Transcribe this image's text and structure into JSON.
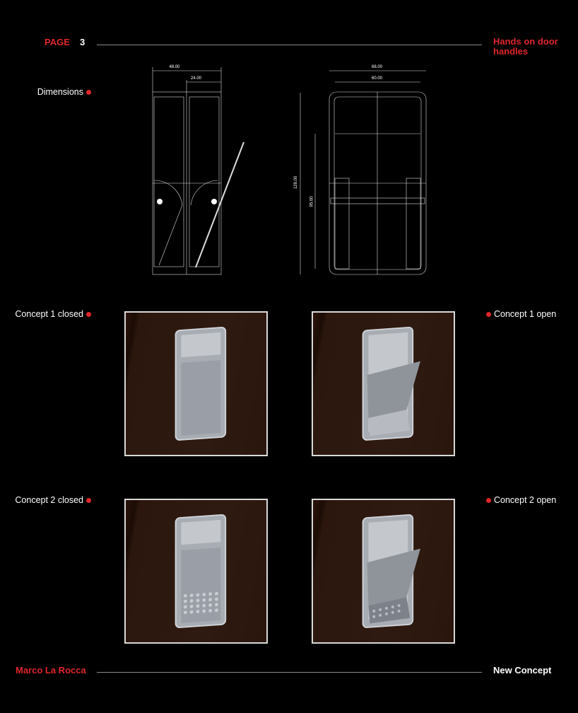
{
  "header": {
    "page_label": "PAGE",
    "page_number": "3",
    "title_line1": "Hands on door",
    "title_line2": "handles"
  },
  "sections": {
    "dimensions": "Dimensions",
    "c1_closed": "Concept 1 closed",
    "c1_open": "Concept 1 open",
    "c2_closed": "Concept 2 closed",
    "c2_open": "Concept 2 open"
  },
  "drawing": {
    "side_width": "48.00",
    "side_offset": "24.00",
    "front_width_outer": "68.00",
    "front_width_inner": "60.00",
    "height_total": "128.00",
    "height_inner": "95.00"
  },
  "footer": {
    "author": "Marco La Rocca",
    "subtitle": "New Concept"
  },
  "colors": {
    "accent": "#e0262a",
    "background": "#000000"
  }
}
